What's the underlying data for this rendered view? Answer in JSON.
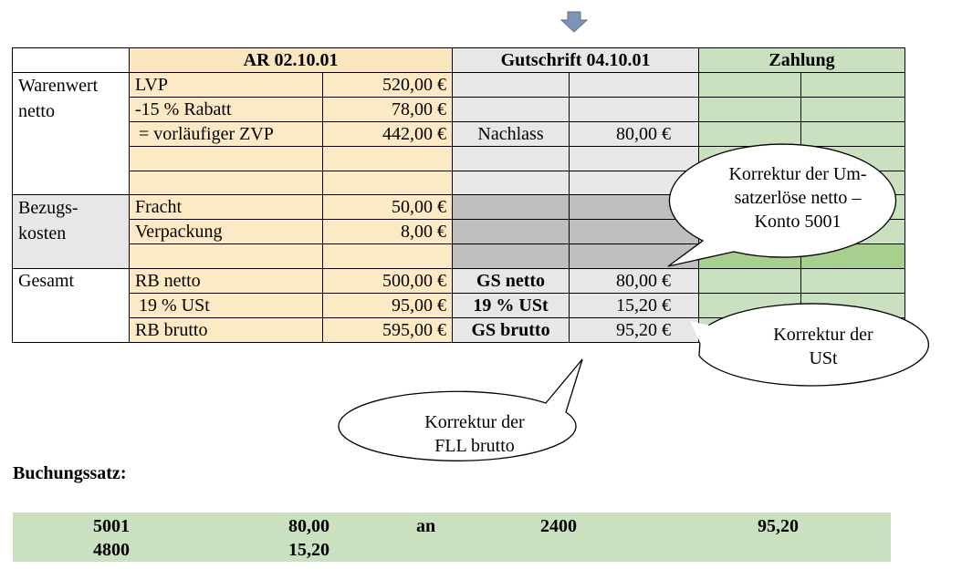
{
  "header": {
    "ar": "AR 02.10.01",
    "gutschrift": "Gutschrift 04.10.01",
    "zahlung": "Zahlung"
  },
  "sections": {
    "warenwert_line1": "Warenwert",
    "warenwert_line2": "netto",
    "bezug_line1": "Bezugs-",
    "bezug_line2": "kosten",
    "gesamt": "Gesamt"
  },
  "ar_rows": {
    "lvp": {
      "label": "LVP",
      "value": "520,00 €"
    },
    "rabatt": {
      "label": "-15 % Rabatt",
      "value": "78,00 €"
    },
    "zvp": {
      "label": "= vorläufiger ZVP",
      "value": "442,00 €"
    },
    "fracht": {
      "label": "Fracht",
      "value": "50,00 €"
    },
    "verpackung": {
      "label": "Verpackung",
      "value": "8,00 €"
    },
    "rb_netto": {
      "label": "RB netto",
      "value": "500,00 €"
    },
    "ust": {
      "label": "19 % USt",
      "value": "95,00 €"
    },
    "rb_brutto": {
      "label": "RB brutto",
      "value": "595,00 €"
    }
  },
  "gs_rows": {
    "nachlass": {
      "label": "Nachlass",
      "value": "80,00 €"
    },
    "gs_netto": {
      "label": "GS netto",
      "value": "80,00 €"
    },
    "gs_ust": {
      "label": "19 % USt",
      "value": "15,20 €"
    },
    "gs_brutto": {
      "label": "GS brutto",
      "value": "95,20 €"
    }
  },
  "callouts": {
    "umsatz": {
      "line1": "Korrektur der Um-",
      "line2": "satzerlöse netto –",
      "line3": "Konto 5001"
    },
    "ust": {
      "line1": "Korrektur der",
      "line2": "USt"
    },
    "fll": {
      "line1": "Korrektur der",
      "line2": "FLL brutto"
    }
  },
  "buchungssatz": {
    "title": "Buchungssatz:",
    "row1": {
      "soll_konto": "5001",
      "soll_betrag": "80,00",
      "an": "an",
      "haben_konto": "2400",
      "haben_betrag": "95,20"
    },
    "row2": {
      "soll_konto": "4800",
      "soll_betrag": "15,20"
    }
  },
  "colors": {
    "yellow": "#fde9c4",
    "grey": "#e7e7e7",
    "dark_grey": "#bfbfbf",
    "green": "#c9e1bf",
    "arrow": "#7f94b2"
  }
}
